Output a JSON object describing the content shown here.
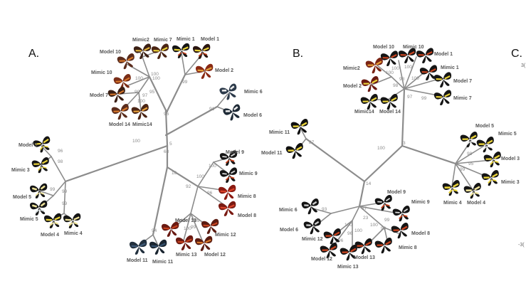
{
  "panels": {
    "a": "A.",
    "b": "B.",
    "c": "C."
  },
  "axis_fragments": [
    "3(",
    "-3("
  ],
  "tree_a": {
    "bootstrap": [
      "100",
      "100",
      "95",
      "99",
      "100",
      "100",
      "97",
      "99",
      "96",
      "91",
      "5",
      "68",
      "100",
      "16",
      "92",
      "100",
      "100",
      "96",
      "96",
      "98",
      "99",
      "99",
      "99",
      "94",
      "100",
      "99",
      "99",
      "100"
    ],
    "taxa": [
      "Model 3",
      "Mimic 3",
      "Model 5",
      "Mimic 5",
      "Model 4",
      "Mimic 4",
      "Model 10",
      "Mimic2",
      "Mimic 7",
      "Mimic 1",
      "Model 1",
      "Mimic 10",
      "Model 2",
      "Model 7",
      "Model 14",
      "Mimic14",
      "Mimic 6",
      "Model 6",
      "Model 9",
      "Mimic 9",
      "Mimic 8",
      "Model 8",
      "Model 13",
      "Mimic 12",
      "Model 12",
      "Mimic 13",
      "Model 11",
      "Mimic 11"
    ]
  },
  "tree_b": {
    "bootstrap": [
      "87",
      "100",
      "3",
      "14",
      "100",
      "100",
      "98",
      "100",
      "98",
      "100",
      "97",
      "99",
      "98",
      "95",
      "99",
      "93",
      "67",
      "23",
      "100",
      "100",
      "99",
      "99",
      "96",
      "96",
      "100"
    ],
    "taxa": [
      "Mimic 11",
      "Model 11",
      "Mimic 10",
      "Model 10",
      "Mimic 1",
      "Model 1",
      "Mimic2",
      "Model 2",
      "Mimic 7",
      "Model 7",
      "Mimic14",
      "Model 14",
      "Model 5",
      "Mimic 5",
      "Model 3",
      "Mimic 3",
      "Mimic 4",
      "Model 4",
      "Model 9",
      "Mimic 9",
      "Mimic 6",
      "Model 6",
      "Mimic 12",
      "Model 8",
      "Mimic 8",
      "Model 12",
      "Model 13",
      "Mimic 13"
    ]
  },
  "icons": {
    "butterfly": "butterfly-icon"
  },
  "colors": {
    "yellow_band": "#e9d23a",
    "pale_yellow": "#efe39a",
    "red_orange": "#c8431f",
    "orange": "#d9782a",
    "blue_grey": "#4a5d72",
    "black": "#151515",
    "white_band": "#ececec",
    "branch": "#8c8c8c",
    "label": "#555555"
  }
}
